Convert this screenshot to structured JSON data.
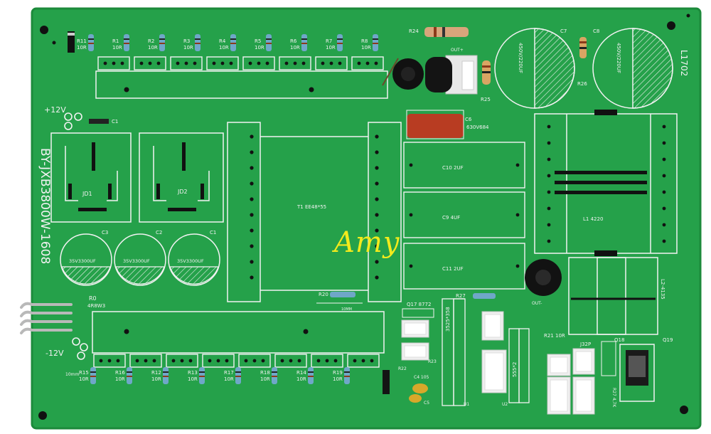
{
  "photo": {
    "subject": "green printed circuit board",
    "colors": {
      "board": "#25a14a",
      "board_dark": "#1d8a3d",
      "silk": "#f2f2f2",
      "copper_hole": "#1a1a1a",
      "watermark": "#f3ea1c",
      "capacitor_red": "#c0392b"
    }
  },
  "board": {
    "model_code": "BY-JXB3800W-1608",
    "transformer_label": "T1 EE48*55",
    "inductor_right_label": "L1702",
    "inductor_main_label": "L1 4220",
    "plus_rail": "+12V",
    "minus_rail": "-12V",
    "rectifiers": [
      "JD1",
      "JD2"
    ],
    "top_resistors": [
      {
        "ref": "R11",
        "val": "10R"
      },
      {
        "ref": "R1",
        "val": "10R"
      },
      {
        "ref": "R2",
        "val": "10R"
      },
      {
        "ref": "R3",
        "val": "10R"
      },
      {
        "ref": "R4",
        "val": "10R"
      },
      {
        "ref": "R5",
        "val": "10R"
      },
      {
        "ref": "R6",
        "val": "10R"
      },
      {
        "ref": "R7",
        "val": "10R"
      },
      {
        "ref": "R8",
        "val": "10R"
      }
    ],
    "bottom_resistors": [
      {
        "ref": "R15",
        "val": "10R"
      },
      {
        "ref": "R16",
        "val": "10R"
      },
      {
        "ref": "R12",
        "val": "10R"
      },
      {
        "ref": "R13",
        "val": "10R"
      },
      {
        "ref": "R17",
        "val": "10R"
      },
      {
        "ref": "R18",
        "val": "10R"
      },
      {
        "ref": "R14",
        "val": "10R"
      },
      {
        "ref": "R19",
        "val": "10R"
      }
    ],
    "small_caps": [
      {
        "ref": "C3",
        "val": "35V3300UF"
      },
      {
        "ref": "C2",
        "val": "35V3300UF"
      },
      {
        "ref": "C1",
        "val": "35V3300UF"
      }
    ],
    "big_caps": [
      {
        "ref": "C7",
        "val": "450V/220UF"
      },
      {
        "ref": "C8",
        "val": "450V/220UF"
      }
    ],
    "film_caps": [
      {
        "ref": "C10",
        "val": "2UF"
      },
      {
        "ref": "C9",
        "val": "4UF"
      },
      {
        "ref": "C11",
        "val": "2UF"
      }
    ],
    "labels": {
      "r0": "R0",
      "r0_val": "4R8W3",
      "r24": "R24",
      "r25": "R25",
      "r26": "R26",
      "out_plus": "OUT+",
      "out_minus": "OUT-",
      "c6": "C6",
      "c6_val": "630V684",
      "r20": "R20",
      "r20_sub": "10MM",
      "r27": "R27",
      "u_left": "3525*358",
      "u_right": "555*2",
      "q17": "Q17 8772",
      "r21": "R21 10R",
      "r22": "R22",
      "r23": "R23",
      "c4": "C4 105",
      "c5": "C5",
      "q18": "Q18",
      "q19": "Q19",
      "r27b": "R27 4,7K",
      "j32p": "J32P",
      "l2": "L2-4135",
      "ten_mm": "10mm",
      "c1_small": "C1",
      "u1": "U1",
      "u2": "U2"
    }
  },
  "watermark": "Amy"
}
